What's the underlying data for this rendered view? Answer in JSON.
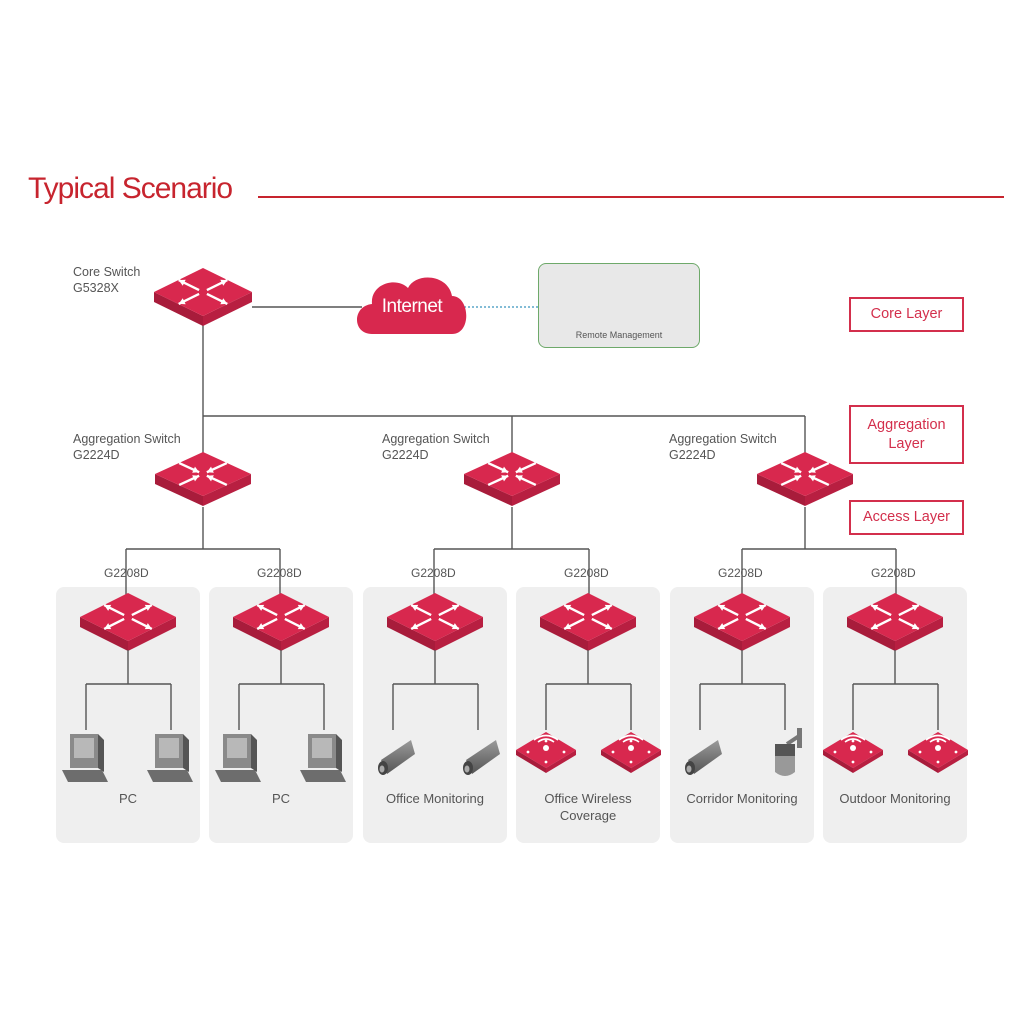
{
  "title": "Typical Scenario",
  "core_switch": {
    "line1": "Core Switch",
    "line2": "G5328X"
  },
  "internet": "Internet",
  "remote": "Remote Management",
  "layers": {
    "core": "Core Layer",
    "aggregation": "Aggregation Layer",
    "access": "Access Layer"
  },
  "aggregation_switches": [
    {
      "line1": "Aggregation Switch",
      "line2": "G2224D"
    },
    {
      "line1": "Aggregation Switch",
      "line2": "G2224D"
    },
    {
      "line1": "Aggregation Switch",
      "line2": "G2224D"
    }
  ],
  "access_switches": [
    {
      "model": "G2208D",
      "device": "pc",
      "label": "PC"
    },
    {
      "model": "G2208D",
      "device": "pc",
      "label": "PC"
    },
    {
      "model": "G2208D",
      "device": "camera",
      "label": "Office Monitoring"
    },
    {
      "model": "G2208D",
      "device": "ap",
      "label": "Office Wireless Coverage"
    },
    {
      "model": "G2208D",
      "device": "camera-dome",
      "label": "Corridor Monitoring"
    },
    {
      "model": "G2208D",
      "device": "ap",
      "label": "Outdoor Monitoring"
    }
  ],
  "colors": {
    "accent": "#c7242e",
    "device": "#d8284e",
    "line": "#555555",
    "panel": "#efefef",
    "remote_border": "#6ea96a"
  }
}
